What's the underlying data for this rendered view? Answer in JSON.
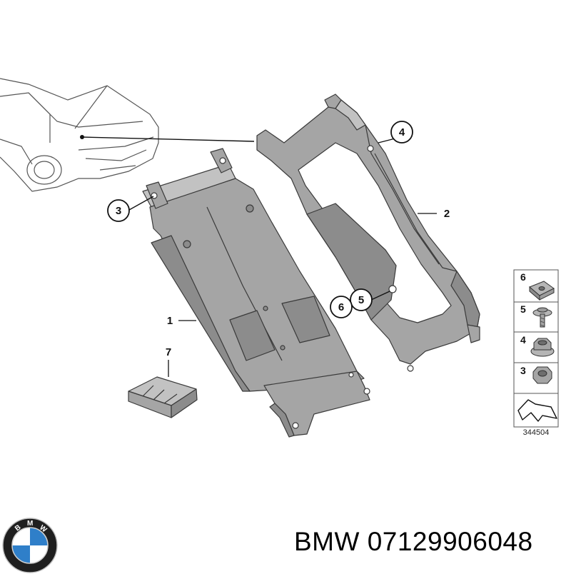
{
  "callouts": {
    "part1": "1",
    "part2": "2",
    "part3": "3",
    "part4": "4",
    "part5": "5",
    "part6": "6",
    "part7": "7"
  },
  "legend": {
    "items": [
      {
        "number": "6",
        "icon": "speed-nut-clip-icon"
      },
      {
        "number": "5",
        "icon": "screw-with-washer-icon"
      },
      {
        "number": "4",
        "icon": "flange-nut-icon"
      },
      {
        "number": "3",
        "icon": "hex-nut-icon"
      }
    ],
    "arrow_icon": "bracket-arrow-icon",
    "reference": "344504"
  },
  "footer": {
    "title": "BMW 07129906048",
    "logo": "bmw-roundel-logo",
    "logo_lettering": "BMW"
  },
  "colors": {
    "part_fill": "#a5a5a5",
    "part_dark": "#8c8c8c",
    "part_light": "#c2c2c2",
    "outline": "#3a3a3a",
    "logo_blue": "#2f7fc9",
    "logo_ring": "#1f1f1f"
  }
}
